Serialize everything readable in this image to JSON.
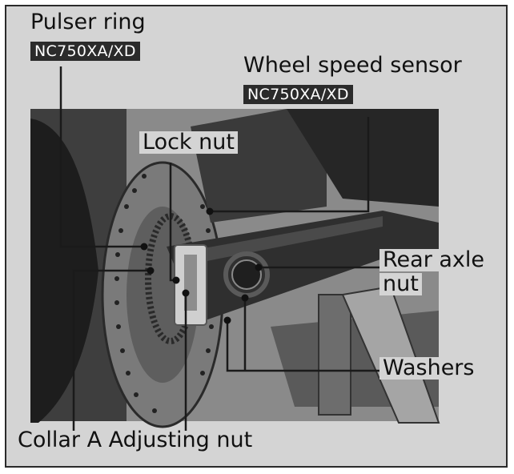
{
  "callouts": {
    "pulser_ring": {
      "label": "Pulser ring",
      "tag": "NC750XA/XD"
    },
    "wheel_speed_sensor": {
      "label": "Wheel speed sensor",
      "tag": "NC750XA/XD"
    },
    "lock_nut": {
      "label": "Lock nut"
    },
    "rear_axle_nut": {
      "label_line1": "Rear axle",
      "label_line2": "nut"
    },
    "washers": {
      "label": "Washers"
    },
    "collar_adjusting": {
      "label": "Collar A Adjusting nut"
    }
  },
  "colors": {
    "frame_background": "#d4d4d4",
    "tag_background": "#2b2b2b",
    "leader_line": "#1a1a1a"
  }
}
